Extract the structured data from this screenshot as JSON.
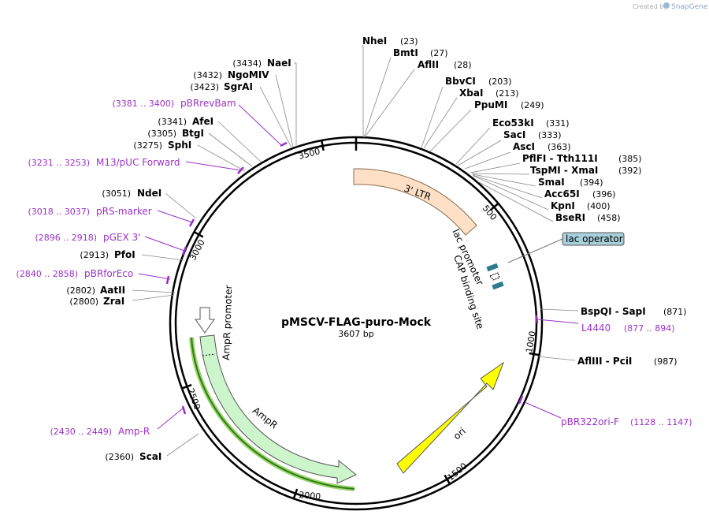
{
  "watermark": {
    "created_by": "Created by",
    "brand": "SnapGene"
  },
  "title": "pMSCV-FLAG-puro-Mock",
  "size_label": "3607 bp",
  "bp": 3607,
  "tick_labels": [
    "500",
    "1000",
    "1500",
    "2000",
    "2500",
    "3000",
    "3500"
  ],
  "enzymes": [
    {
      "name": "NheI",
      "pos": "(23)"
    },
    {
      "name": "BmtI",
      "pos": "(27)"
    },
    {
      "name": "AflII",
      "pos": "(28)"
    },
    {
      "name": "BbvCI",
      "pos": "(203)"
    },
    {
      "name": "XbaI",
      "pos": "(213)"
    },
    {
      "name": "PpuMI",
      "pos": "(249)"
    },
    {
      "name": "Eco53kI",
      "pos": "(331)"
    },
    {
      "name": "SacI",
      "pos": "(333)"
    },
    {
      "name": "AscI",
      "pos": "(363)"
    },
    {
      "name": "PflFI - Tth111I",
      "pos": "(385)"
    },
    {
      "name": "TspMI - XmaI",
      "pos": "(392)"
    },
    {
      "name": "SmaI",
      "pos": "(394)"
    },
    {
      "name": "Acc65I",
      "pos": "(396)"
    },
    {
      "name": "KpnI",
      "pos": "(400)"
    },
    {
      "name": "BseRI",
      "pos": "(458)"
    },
    {
      "name": "BspQI - SapI",
      "pos": "(871)"
    },
    {
      "name": "AflIII - PciI",
      "pos": "(987)"
    },
    {
      "name": "ScaI",
      "pos": "(2360)"
    },
    {
      "name": "ZraI",
      "pos": "(2800)"
    },
    {
      "name": "AatII",
      "pos": "(2802)"
    },
    {
      "name": "PfoI",
      "pos": "(2913)"
    },
    {
      "name": "NdeI",
      "pos": "(3051)"
    },
    {
      "name": "SphI",
      "pos": "(3275)"
    },
    {
      "name": "BtgI",
      "pos": "(3305)"
    },
    {
      "name": "AfeI",
      "pos": "(3341)"
    },
    {
      "name": "SgrAI",
      "pos": "(3423)"
    },
    {
      "name": "NgoMIV",
      "pos": "(3432)"
    },
    {
      "name": "NaeI",
      "pos": "(3434)"
    }
  ],
  "primers": [
    {
      "name": "L4440",
      "pos": "(877 .. 894)"
    },
    {
      "name": "pBR322ori-F",
      "pos": "(1128 .. 1147)"
    },
    {
      "name": "Amp-R",
      "pos": "(2430 .. 2449)"
    },
    {
      "name": "pBRforEco",
      "pos": "(2840 .. 2858)"
    },
    {
      "name": "pGEX 3'",
      "pos": "(2896 .. 2918)"
    },
    {
      "name": "pRS-marker",
      "pos": "(3018 .. 3037)"
    },
    {
      "name": "M13/pUC Forward",
      "pos": "(3231 .. 3253)"
    },
    {
      "name": "pBRrevBam",
      "pos": "(3381 .. 3400)"
    }
  ],
  "features": {
    "ltr": "3' LTR",
    "lac_promoter": "lac promoter",
    "cap_site": "CAP binding site",
    "lac_operator": "lac operator",
    "ori": "ori",
    "ampr": "AmpR",
    "ampr_promoter": "AmpR promoter"
  },
  "colors": {
    "primer": "#9b30c8",
    "ltr_fill": "#fde0c5",
    "ori_fill": "#ffff00",
    "ampr_fill": "#ccf5cc",
    "ampr_highlight": "#2e7d1a",
    "lac_operator_fill": "#a8d0da",
    "lac_promoter_fill": "#2c7b8e"
  }
}
